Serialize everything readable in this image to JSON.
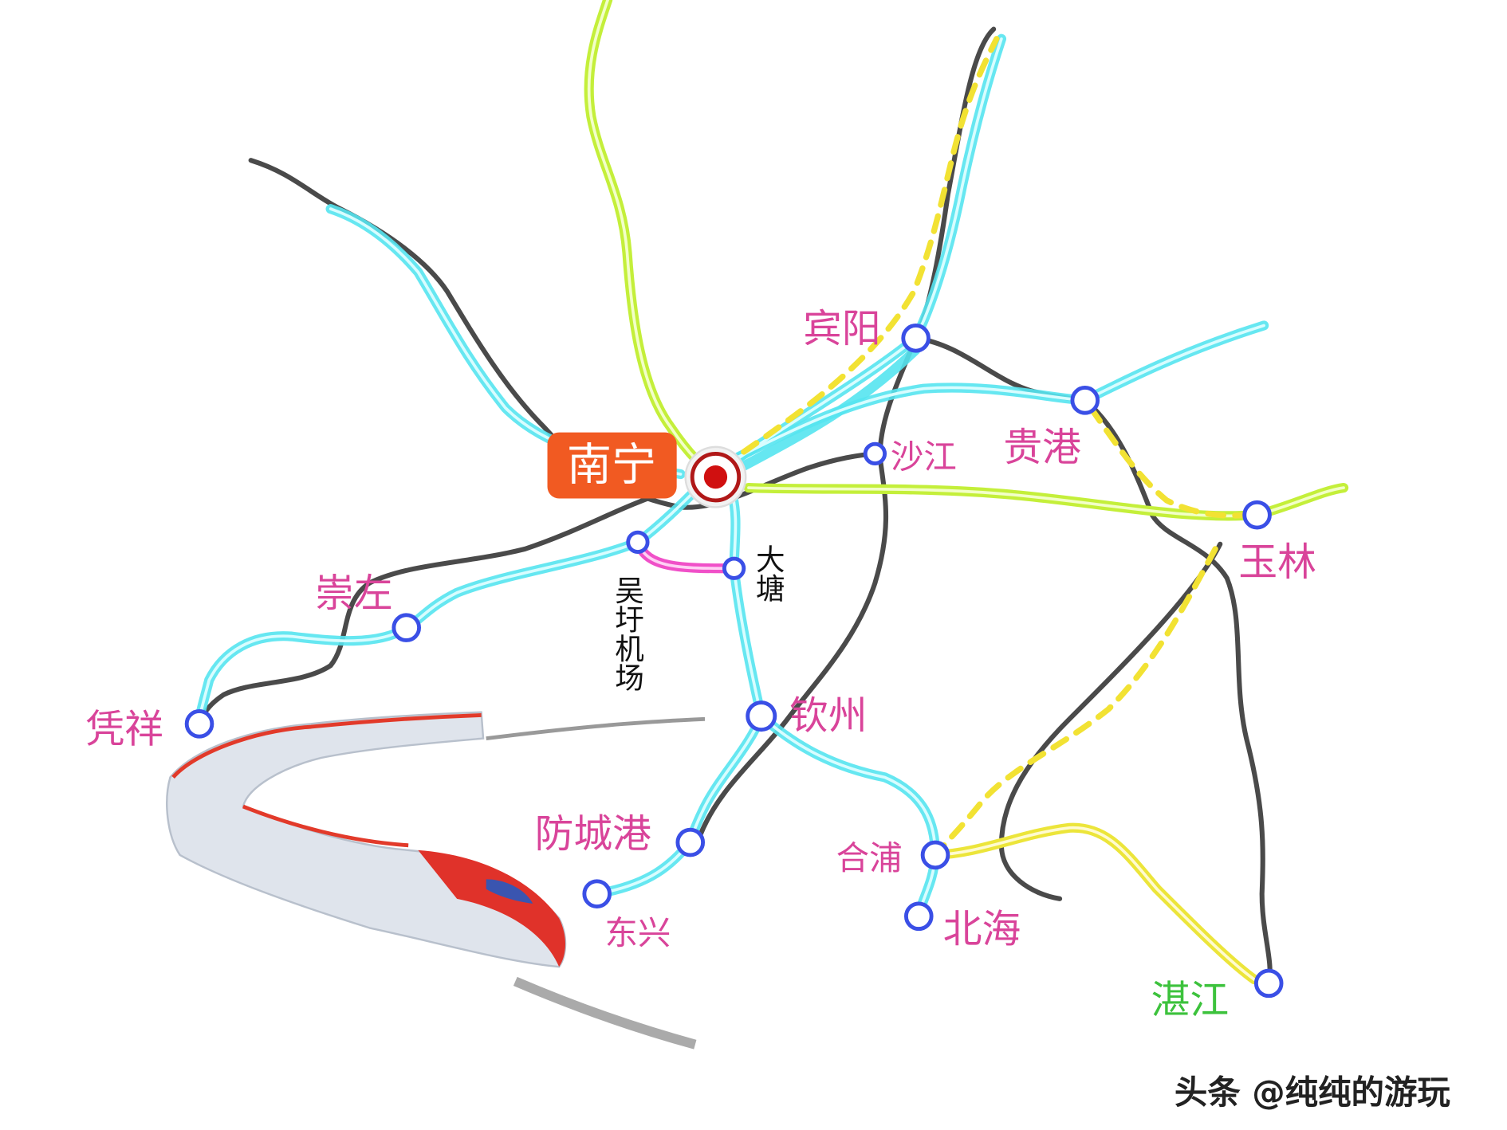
{
  "map": {
    "hub": {
      "name": "南宁",
      "color": "#f15a22"
    },
    "stations": {
      "binyang": "宾阳",
      "guigang": "贵港",
      "shajiang": "沙江",
      "yulin": "玉林",
      "wuxu": "吴圩机场",
      "datang": "大塘",
      "chongzuo": "崇左",
      "pingxiang": "凭祥",
      "qinzhou": "钦州",
      "fangchenggang": "防城港",
      "dongxing": "东兴",
      "hepu": "合浦",
      "beihai": "北海",
      "zhanjiang": "湛江"
    },
    "colors": {
      "label": "#d9449a",
      "zhanjiang_label": "#3cc23c",
      "high_speed": "#55e4f0",
      "conventional": "#4a4a4a",
      "planned": "#c4ef3a",
      "other": "#ece53a",
      "airport_link": "#f050c8"
    }
  },
  "watermark": "头条 @纯纯的游玩"
}
